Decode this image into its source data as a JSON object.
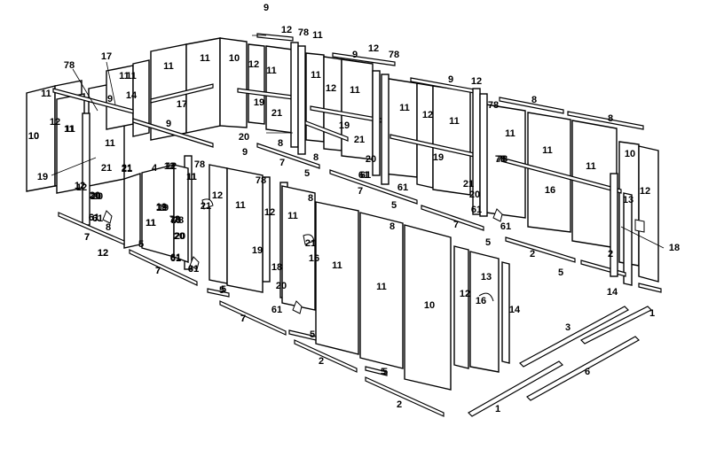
{
  "callouts": [
    {
      "id": "c-9-top",
      "text": "9"
    },
    {
      "id": "c-12-top",
      "text": "12"
    },
    {
      "id": "c-78-top",
      "text": "78"
    },
    {
      "id": "c-11-top",
      "text": "11"
    },
    {
      "id": "c-9-top2",
      "text": "9"
    },
    {
      "id": "c-12-top2",
      "text": "12"
    },
    {
      "id": "c-78-top2",
      "text": "78"
    },
    {
      "id": "c-9-top3",
      "text": "9"
    },
    {
      "id": "c-12-top3",
      "text": "12"
    },
    {
      "id": "c-8-tr",
      "text": "8"
    },
    {
      "id": "c-78-tr",
      "text": "78"
    },
    {
      "id": "c-8-tr2",
      "text": "8"
    },
    {
      "id": "c-78-left",
      "text": "78"
    },
    {
      "id": "c-17-left",
      "text": "17"
    },
    {
      "id": "c-11-l1",
      "text": "11"
    },
    {
      "id": "c-11-l2",
      "text": "11"
    },
    {
      "id": "c-11-l3",
      "text": "11"
    },
    {
      "id": "c-11-l4",
      "text": "11"
    },
    {
      "id": "c-10-l",
      "text": "10"
    },
    {
      "id": "c-12-l",
      "text": "12"
    },
    {
      "id": "c-9-l",
      "text": "9"
    },
    {
      "id": "c-14-l",
      "text": "14"
    },
    {
      "id": "c-17-l2",
      "text": "17"
    },
    {
      "id": "c-11-l5",
      "text": "11"
    },
    {
      "id": "c-9-l2",
      "text": "9"
    },
    {
      "id": "c-11-b1",
      "text": "11"
    },
    {
      "id": "c-10-b",
      "text": "10"
    },
    {
      "id": "c-12-b",
      "text": "12"
    },
    {
      "id": "c-11-b2",
      "text": "11"
    },
    {
      "id": "c-19-b",
      "text": "19"
    },
    {
      "id": "c-21-b",
      "text": "21"
    },
    {
      "id": "c-20-b",
      "text": "20"
    },
    {
      "id": "c-8-b",
      "text": "8"
    },
    {
      "id": "c-11-b3",
      "text": "11"
    },
    {
      "id": "c-12-b3",
      "text": "12"
    },
    {
      "id": "c-11-b4",
      "text": "11"
    },
    {
      "id": "c-19-b2",
      "text": "19"
    },
    {
      "id": "c-21-b2",
      "text": "21"
    },
    {
      "id": "c-11-b5",
      "text": "11"
    },
    {
      "id": "c-12-b5",
      "text": "12"
    },
    {
      "id": "c-11-b6",
      "text": "11"
    },
    {
      "id": "c-19-b3",
      "text": "19"
    },
    {
      "id": "c-78-b",
      "text": "78"
    },
    {
      "id": "c-20-b2",
      "text": "20"
    },
    {
      "id": "c-61-b",
      "text": "61"
    },
    {
      "id": "c-21-b3",
      "text": "21"
    },
    {
      "id": "c-20-b3",
      "text": "20"
    },
    {
      "id": "c-61-b2",
      "text": "61"
    },
    {
      "id": "c-11-r1",
      "text": "11"
    },
    {
      "id": "c-11-r2",
      "text": "11"
    },
    {
      "id": "c-11-r3",
      "text": "11"
    },
    {
      "id": "c-10-r",
      "text": "10"
    },
    {
      "id": "c-12-r",
      "text": "12"
    },
    {
      "id": "c-13-r",
      "text": "13"
    },
    {
      "id": "c-16-r",
      "text": "16"
    },
    {
      "id": "c-18-r",
      "text": "18"
    },
    {
      "id": "c-2-r",
      "text": "2"
    },
    {
      "id": "c-14-r",
      "text": "14"
    },
    {
      "id": "c-61-r",
      "text": "61"
    },
    {
      "id": "c-5-r",
      "text": "5"
    },
    {
      "id": "c-5-r2",
      "text": "5"
    },
    {
      "id": "c-2-r2",
      "text": "2"
    },
    {
      "id": "c-78-r",
      "text": "78"
    },
    {
      "id": "c-10-ll",
      "text": "10"
    },
    {
      "id": "c-12-ll",
      "text": "12"
    },
    {
      "id": "c-11-ll",
      "text": "11"
    },
    {
      "id": "c-11-ll2",
      "text": "11"
    },
    {
      "id": "c-12-ll2",
      "text": "12"
    },
    {
      "id": "c-19-ll",
      "text": "19"
    },
    {
      "id": "c-78-ll",
      "text": "78"
    },
    {
      "id": "c-20-ll",
      "text": "20"
    },
    {
      "id": "c-21-ll",
      "text": "21"
    },
    {
      "id": "c-61-ll",
      "text": "61"
    },
    {
      "id": "c-8-ll",
      "text": "8"
    },
    {
      "id": "c-7-ll",
      "text": "7"
    },
    {
      "id": "c-12-ll3",
      "text": "12"
    },
    {
      "id": "c-4-ll",
      "text": "4"
    },
    {
      "id": "c-12-m",
      "text": "12"
    },
    {
      "id": "c-78-m",
      "text": "78"
    },
    {
      "id": "c-11-m",
      "text": "11"
    },
    {
      "id": "c-5-m",
      "text": "5"
    },
    {
      "id": "c-11-m2",
      "text": "11"
    },
    {
      "id": "c-19-m",
      "text": "19"
    },
    {
      "id": "c-21-m",
      "text": "21"
    },
    {
      "id": "c-78-m2",
      "text": "78"
    },
    {
      "id": "c-20-m",
      "text": "20"
    },
    {
      "id": "c-61-m",
      "text": "61"
    },
    {
      "id": "c-61-m2",
      "text": "61"
    },
    {
      "id": "c-7-m",
      "text": "7"
    },
    {
      "id": "c-9-m",
      "text": "9"
    },
    {
      "id": "c-12-m3",
      "text": "12"
    },
    {
      "id": "c-11-m3",
      "text": "11"
    },
    {
      "id": "c-78-m3",
      "text": "78"
    },
    {
      "id": "c-12-m4",
      "text": "12"
    },
    {
      "id": "c-8-m",
      "text": "8"
    },
    {
      "id": "c-11-m4",
      "text": "11"
    },
    {
      "id": "c-21-m4",
      "text": "21"
    },
    {
      "id": "c-19-m4",
      "text": "19"
    },
    {
      "id": "c-18-m",
      "text": "18"
    },
    {
      "id": "c-16-m",
      "text": "16"
    },
    {
      "id": "c-20-m4",
      "text": "20"
    },
    {
      "id": "c-61-m4",
      "text": "61"
    },
    {
      "id": "c-5-m4",
      "text": "5"
    },
    {
      "id": "c-7-m4",
      "text": "7"
    },
    {
      "id": "c-7-m5",
      "text": "7"
    },
    {
      "id": "c-5-m5",
      "text": "5"
    },
    {
      "id": "c-8-m5",
      "text": "8"
    },
    {
      "id": "c-5-m6",
      "text": "5"
    },
    {
      "id": "c-8-m6",
      "text": "8"
    },
    {
      "id": "c-61-m6",
      "text": "61"
    },
    {
      "id": "c-7-m6",
      "text": "7"
    },
    {
      "id": "c-5-m7",
      "text": "5"
    },
    {
      "id": "c-61-m7",
      "text": "61"
    },
    {
      "id": "c-7-m7",
      "text": "7"
    },
    {
      "id": "c-5-m8",
      "text": "5"
    },
    {
      "id": "c-11-f1",
      "text": "11"
    },
    {
      "id": "c-11-f2",
      "text": "11"
    },
    {
      "id": "c-10-f",
      "text": "10"
    },
    {
      "id": "c-12-f",
      "text": "12"
    },
    {
      "id": "c-13-f",
      "text": "13"
    },
    {
      "id": "c-16-f",
      "text": "16"
    },
    {
      "id": "c-14-f",
      "text": "14"
    },
    {
      "id": "c-5-f",
      "text": "5"
    },
    {
      "id": "c-2-f",
      "text": "2"
    },
    {
      "id": "c-5-f2",
      "text": "5"
    },
    {
      "id": "c-2-f2",
      "text": "2"
    },
    {
      "id": "c-3-f",
      "text": "3"
    },
    {
      "id": "c-1-f",
      "text": "1"
    },
    {
      "id": "c-6-f",
      "text": "6"
    },
    {
      "id": "c-1-f2",
      "text": "1"
    },
    {
      "id": "c-7-f",
      "text": "7"
    },
    {
      "id": "c-7-f2",
      "text": "7"
    },
    {
      "id": "c-7-f3",
      "text": "7"
    },
    {
      "id": "c-12-f3",
      "text": "12"
    },
    {
      "id": "c-61-f",
      "text": "61"
    },
    {
      "id": "c-20-f",
      "text": "20"
    },
    {
      "id": "c-21-f",
      "text": "21"
    },
    {
      "id": "c-20-f2",
      "text": "20"
    },
    {
      "id": "c-19-f",
      "text": "19"
    },
    {
      "id": "c-78-f",
      "text": "78"
    },
    {
      "id": "c-61-f2",
      "text": "61"
    },
    {
      "id": "c-61-f3",
      "text": "61"
    },
    {
      "id": "c-11-f3",
      "text": "11"
    },
    {
      "id": "c-12-f4",
      "text": "12"
    },
    {
      "id": "c-11-f4",
      "text": "11"
    },
    {
      "id": "c-19-f4",
      "text": "19"
    },
    {
      "id": "c-61-f4",
      "text": "61"
    },
    {
      "id": "c-21-f4",
      "text": "21"
    },
    {
      "id": "c-20-f4",
      "text": "20"
    }
  ]
}
